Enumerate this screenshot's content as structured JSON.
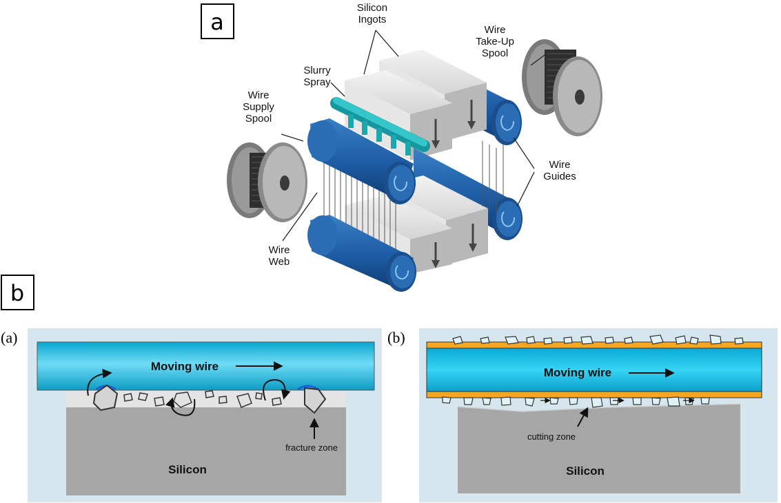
{
  "panel_labels": {
    "a": "a",
    "b": "b"
  },
  "top_diagram": {
    "silicon_ingots": [
      "Silicon",
      "Ingots"
    ],
    "slurry_spray": [
      "Slurry",
      "Spray"
    ],
    "wire_take_up_spool": [
      "Wire",
      "Take-Up",
      "Spool"
    ],
    "wire_supply_spool": [
      "Wire",
      "Supply",
      "Spool"
    ],
    "wire_guides": [
      "Wire",
      "Guides"
    ],
    "wire_web": [
      "Wire",
      "Web"
    ]
  },
  "sub_a": {
    "label": "(a)",
    "moving_wire": "Moving wire",
    "fracture_zone": "fracture zone",
    "silicon": "Silicon"
  },
  "sub_b": {
    "label": "(b)",
    "moving_wire": "Moving wire",
    "cutting_zone": "cutting zone",
    "silicon": "Silicon"
  },
  "colors": {
    "roller_blue": "#1f5fa8",
    "ingot_grey": "#d9d9d9",
    "spray_teal": "#22b5bd",
    "wire_cyan": "#2ec4e8",
    "abrasive_orange": "#f5a623",
    "silicon_grey": "#a6a6a6",
    "bg_panel": "#d6e6ee"
  }
}
